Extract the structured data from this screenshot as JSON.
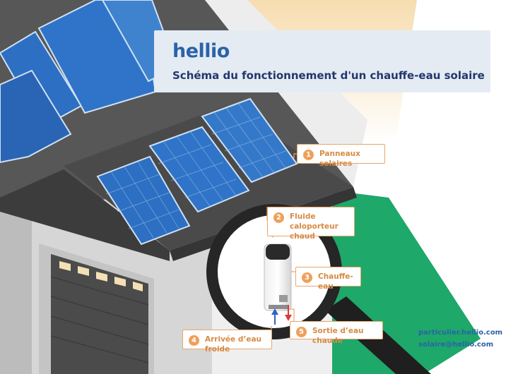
{
  "header": {
    "brand": "hellio",
    "title": "Schéma du fonctionnement d'un chauffe-eau solaire"
  },
  "callouts": [
    {
      "num": "1",
      "label": "Panneaux solaires"
    },
    {
      "num": "2",
      "label": "Fluide caloporteur\nchaud"
    },
    {
      "num": "3",
      "label": "Chauffe-eau"
    },
    {
      "num": "4",
      "label": "Arrivée d’eau froide"
    },
    {
      "num": "5",
      "label": "Sortie d’eau chaude"
    }
  ],
  "contact": {
    "website": "particulier.hellio.com",
    "email": "solaire@hellio.com"
  },
  "colors": {
    "brand": "#2a63a8",
    "title": "#23376b",
    "callout_accent": "#e8a66a",
    "solar_cell": "#2d6fc2",
    "roof": "#4e4e4e",
    "green": "#1ea86a",
    "hot_pipe": "#d93b3b",
    "cold_pipe": "#2c64c8"
  },
  "icons": [
    "solar-panel-icon",
    "house-icon",
    "garage-door-icon",
    "magnifier-icon",
    "water-heater-icon",
    "hot-pipe-arrow-icon",
    "cold-pipe-arrow-icon"
  ]
}
